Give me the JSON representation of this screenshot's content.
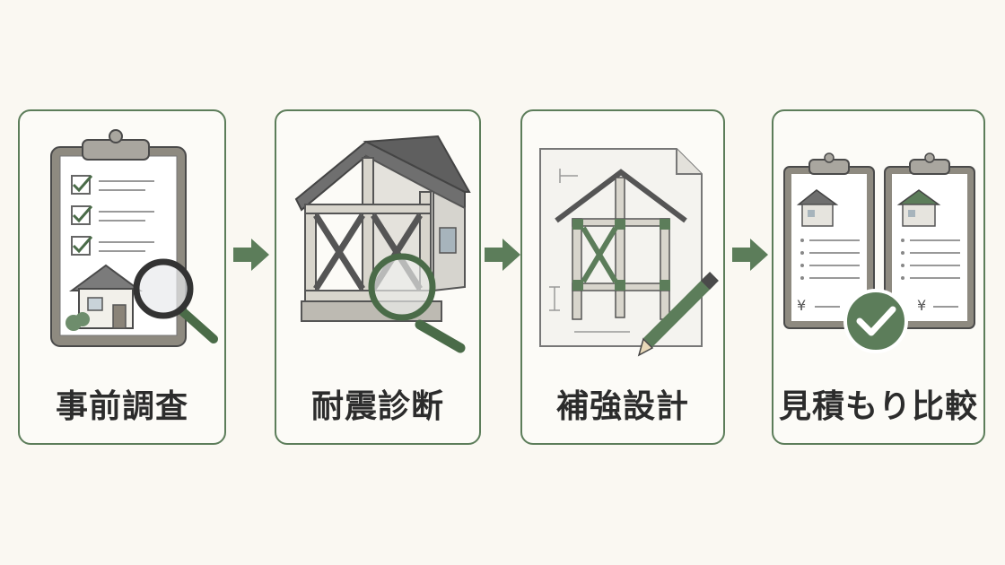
{
  "steps": [
    {
      "label": "事前調査",
      "icon": "clipboard-checklist-magnifier-icon"
    },
    {
      "label": "耐震診断",
      "icon": "house-frame-magnifier-icon"
    },
    {
      "label": "補強設計",
      "icon": "blueprint-pencil-icon"
    },
    {
      "label": "見積もり比較",
      "icon": "quotes-compare-check-icon"
    }
  ],
  "quotes": {
    "currency_left": "¥",
    "currency_right": "¥"
  },
  "colors": {
    "accent": "#5c7d5a",
    "accent_dark": "#4a6b48",
    "stroke": "#4a4a4a",
    "background": "#faf8f2"
  }
}
